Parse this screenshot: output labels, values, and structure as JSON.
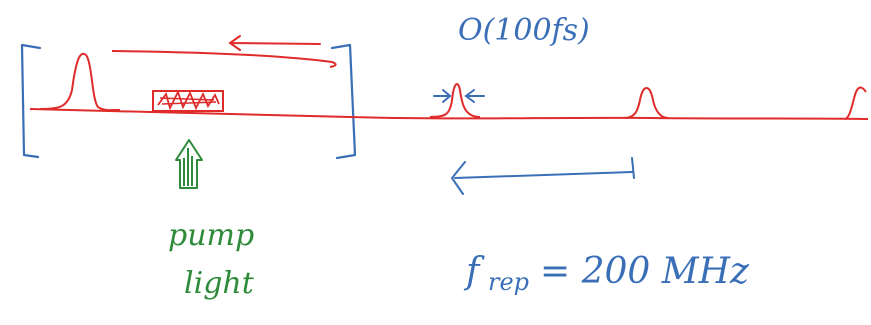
{
  "colors": {
    "beam": "#e02b2b",
    "cavity": "#3a6fb8",
    "annotation": "#3a6fb8",
    "pump": "#2e8b3a"
  },
  "labels": {
    "pulse_duration": "O(100fs)",
    "pump_line1": "pump",
    "pump_line2": "light",
    "rep_rate": "f",
    "rep_rate_sub": "rep",
    "rep_rate_value": "= 200 MHz"
  },
  "icons": [
    "pump-arrow-icon",
    "gain-medium-icon"
  ]
}
